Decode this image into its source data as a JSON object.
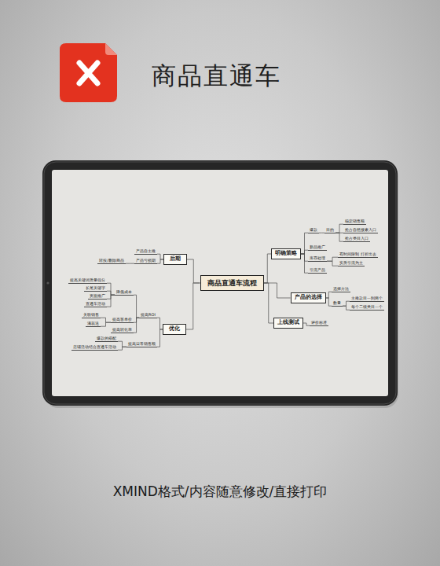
{
  "diagram": {
    "title": "商品直通车",
    "caption": "XMIND格式/内容随意修改/直接打印",
    "nodes": [
      {
        "text": [
          "商品直通车流程"
        ]
      },
      {
        "text": [
          "明确策略"
        ]
      },
      {
        "text": [
          "爆款"
        ]
      },
      {
        "text": [
          "目的"
        ]
      },
      {
        "text": [
          "稳定销售额"
        ]
      },
      {
        "text": [
          "抢占自然搜索入口"
        ]
      },
      {
        "text": [
          "抢占类目入口"
        ]
      },
      {
        "text": [
          "新品推广"
        ]
      },
      {
        "text": [
          "库存处理"
        ]
      },
      {
        "text": [
          "有时间限制 打折出去"
        ]
      },
      {
        "text": [
          "实质引流为主"
        ]
      },
      {
        "text": [
          "引流产品"
        ]
      },
      {
        "text": [
          "产品的选择"
        ]
      },
      {
        "text": [
          "选择方法"
        ]
      },
      {
        "text": [
          "数量"
        ]
      },
      {
        "text": [
          "主推款目一到两个"
        ]
      },
      {
        "text": [
          "每个二级类目一个"
        ]
      },
      {
        "text": [
          "上线测试"
        ]
      },
      {
        "text": [
          "评价标准"
        ]
      },
      {
        "text": [
          "后期"
        ]
      },
      {
        "text": [
          "产品自主推"
        ]
      },
      {
        "text": [
          "产品亏损期"
        ]
      },
      {
        "text": [
          "转投/删除商品"
        ]
      },
      {
        "text": [
          "优化"
        ]
      },
      {
        "text": [
          "提高ROI"
        ]
      },
      {
        "text": [
          "降低成本"
        ]
      },
      {
        "text": [
          "提高关键词质量得分"
        ]
      },
      {
        "text": [
          "长尾关键字"
        ]
      },
      {
        "text": [
          "页面推广"
        ]
      },
      {
        "text": [
          "直通车活动"
        ]
      },
      {
        "text": [
          "提高客单价"
        ]
      },
      {
        "text": [
          "关联销售"
        ]
      },
      {
        "text": [
          "满就送"
        ]
      },
      {
        "text": [
          "提高转化率"
        ]
      },
      {
        "text": [
          "提高日常销售额"
        ]
      },
      {
        "text": [
          "爆款的搭配"
        ]
      },
      {
        "text": [
          "店铺活动结合直通车活动"
        ]
      }
    ],
    "edges": [
      {
        "from": 0,
        "to": 1,
        "arrow": "none"
      },
      {
        "from": 1,
        "to": 2,
        "arrow": "none"
      },
      {
        "from": 2,
        "to": 3,
        "arrow": "none"
      },
      {
        "from": 3,
        "to": 4,
        "arrow": "none"
      },
      {
        "from": 3,
        "to": 5,
        "arrow": "none"
      },
      {
        "from": 3,
        "to": 6,
        "arrow": "none"
      },
      {
        "from": 1,
        "to": 7,
        "arrow": "none"
      },
      {
        "from": 1,
        "to": 8,
        "arrow": "none"
      },
      {
        "from": 8,
        "to": 9,
        "arrow": "none"
      },
      {
        "from": 8,
        "to": 10,
        "arrow": "none"
      },
      {
        "from": 1,
        "to": 11,
        "arrow": "none"
      },
      {
        "from": 0,
        "to": 12,
        "arrow": "none"
      },
      {
        "from": 12,
        "to": 13,
        "arrow": "none"
      },
      {
        "from": 12,
        "to": 14,
        "arrow": "none"
      },
      {
        "from": 14,
        "to": 15,
        "arrow": "none"
      },
      {
        "from": 14,
        "to": 16,
        "arrow": "none"
      },
      {
        "from": 0,
        "to": 17,
        "arrow": "none"
      },
      {
        "from": 17,
        "to": 18,
        "arrow": "none"
      },
      {
        "from": 0,
        "to": 19,
        "arrow": "none"
      },
      {
        "from": 19,
        "to": 20,
        "arrow": "none"
      },
      {
        "from": 19,
        "to": 21,
        "arrow": "none"
      },
      {
        "from": 21,
        "to": 22,
        "arrow": "none"
      },
      {
        "from": 0,
        "to": 23,
        "arrow": "none"
      },
      {
        "from": 23,
        "to": 24,
        "arrow": "none"
      },
      {
        "from": 24,
        "to": 25,
        "arrow": "none"
      },
      {
        "from": 25,
        "to": 26,
        "arrow": "none"
      },
      {
        "from": 25,
        "to": 27,
        "arrow": "none"
      },
      {
        "from": 25,
        "to": 28,
        "arrow": "none"
      },
      {
        "from": 25,
        "to": 29,
        "arrow": "none"
      },
      {
        "from": 24,
        "to": 30,
        "arrow": "none"
      },
      {
        "from": 30,
        "to": 31,
        "arrow": "none"
      },
      {
        "from": 30,
        "to": 32,
        "arrow": "none"
      },
      {
        "from": 24,
        "to": 33,
        "arrow": "none"
      },
      {
        "from": 23,
        "to": 34,
        "arrow": "none"
      },
      {
        "from": 34,
        "to": 35,
        "arrow": "none"
      },
      {
        "from": 34,
        "to": 36,
        "arrow": "none"
      }
    ]
  }
}
